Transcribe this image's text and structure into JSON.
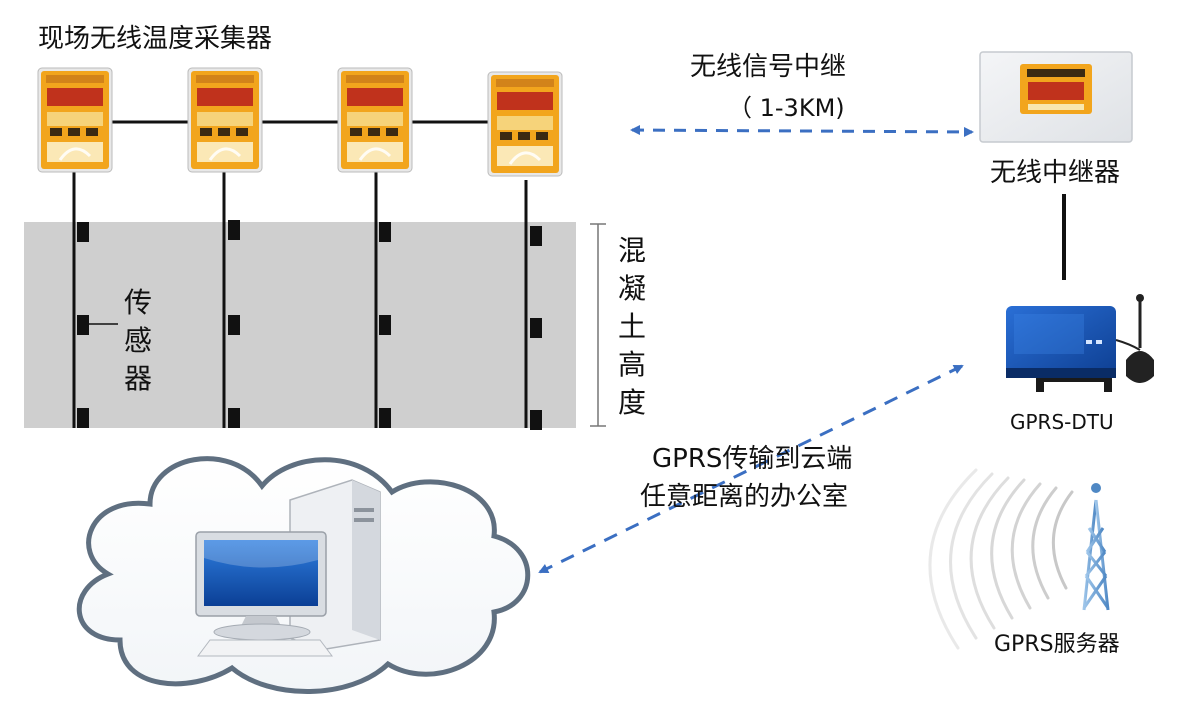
{
  "labels": {
    "collector_title": "现场无线温度采集器",
    "relay_link": "无线信号中继",
    "relay_range": "（ 1-3KM)",
    "repeater": "无线中继器",
    "sensor": "传感器",
    "concrete_height": "混凝土高度",
    "dtu": "GPRS-DTU",
    "gprs_line1": "GPRS传输到云端",
    "gprs_line2": "任意距离的办公室",
    "server": "GPRS服务器"
  },
  "colors": {
    "concrete": "#cfcfcf",
    "collector_orange": "#f2a51d",
    "collector_display": "#c0321c",
    "dashed_link": "#3b6fc2",
    "dtu_blue": "#1a56b8",
    "cloud_outline": "#5f6f80",
    "wire": "#111111"
  },
  "collector_count": 4
}
